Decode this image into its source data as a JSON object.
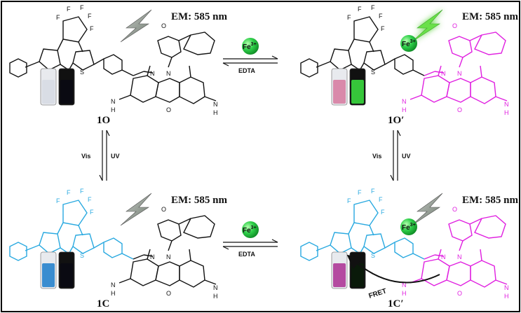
{
  "panels": {
    "open": {
      "em": "EM: 585 nm",
      "label": "1O",
      "colors": {
        "dte": "#111111",
        "rhodamine": "#111111"
      },
      "vials": {
        "left_fill": "#d9dde5",
        "right_fill": "#0a0a12"
      }
    },
    "open_fe": {
      "em": "EM: 585 nm",
      "label": "1O′",
      "colors": {
        "dte": "#111111",
        "rhodamine": "#e020e0"
      },
      "vials": {
        "left_fill": "#d989aa",
        "right_fill": "#36c63a"
      }
    },
    "closed": {
      "em": "EM: 585 nm",
      "label": "1C",
      "colors": {
        "dte": "#29a9e0",
        "rhodamine": "#111111"
      },
      "vials": {
        "left_fill": "#3a8dd0",
        "right_fill": "#0a0a12"
      }
    },
    "closed_fe": {
      "em": "EM: 585 nm",
      "label": "1C′",
      "colors": {
        "dte": "#29a9e0",
        "rhodamine": "#e020e0"
      },
      "vials": {
        "left_fill": "#b44aa0",
        "right_fill": "#0a1a0a"
      }
    }
  },
  "arrows": {
    "top": {
      "reagent": "Fe3+",
      "reverse": "EDTA"
    },
    "bottom": {
      "reagent": "Fe3+",
      "reverse": "EDTA"
    },
    "left": {
      "forward": "UV",
      "reverse": "Vis"
    },
    "right": {
      "forward": "UV",
      "reverse": "Vis"
    }
  },
  "labels": {
    "fe": "Fe",
    "fe_charge": "3+",
    "fret": "FRET",
    "amine": "N",
    "h": "H",
    "n_eq": "N",
    "o": "O",
    "f": "F",
    "s": "S"
  },
  "colors": {
    "lightning_gray": "#9aa39a",
    "lightning_green": "#6be04a",
    "fe_ball": "#2fd04a",
    "frame": "#000000"
  }
}
